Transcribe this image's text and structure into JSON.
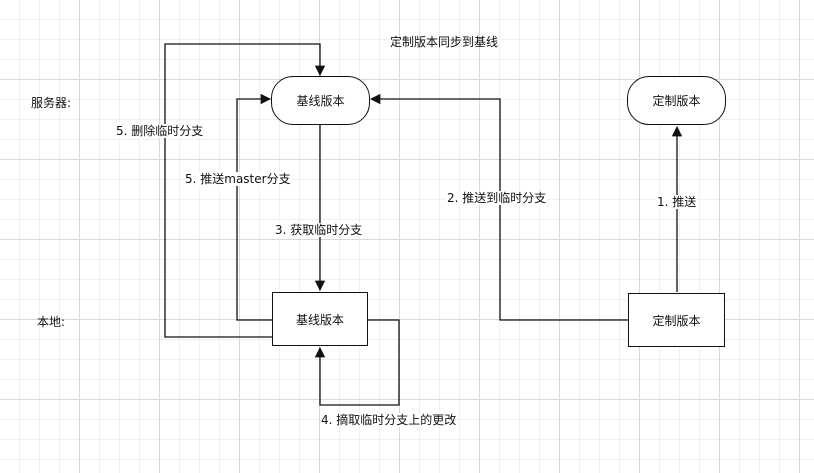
{
  "title": "定制版本同步到基线",
  "rows": {
    "server": "服务器:",
    "local": "本地:"
  },
  "nodes": {
    "server_baseline": "基线版本",
    "server_custom": "定制版本",
    "local_baseline": "基线版本",
    "local_custom": "定制版本"
  },
  "edges": {
    "push": "1. 推送",
    "push_temp_branch": "2. 推送到临时分支",
    "fetch_temp_branch": "3. 获取临时分支",
    "cherry_pick": "4. 摘取临时分支上的更改",
    "push_master": "5. 推送master分支",
    "delete_temp_branch": "5. 删除临时分支"
  }
}
